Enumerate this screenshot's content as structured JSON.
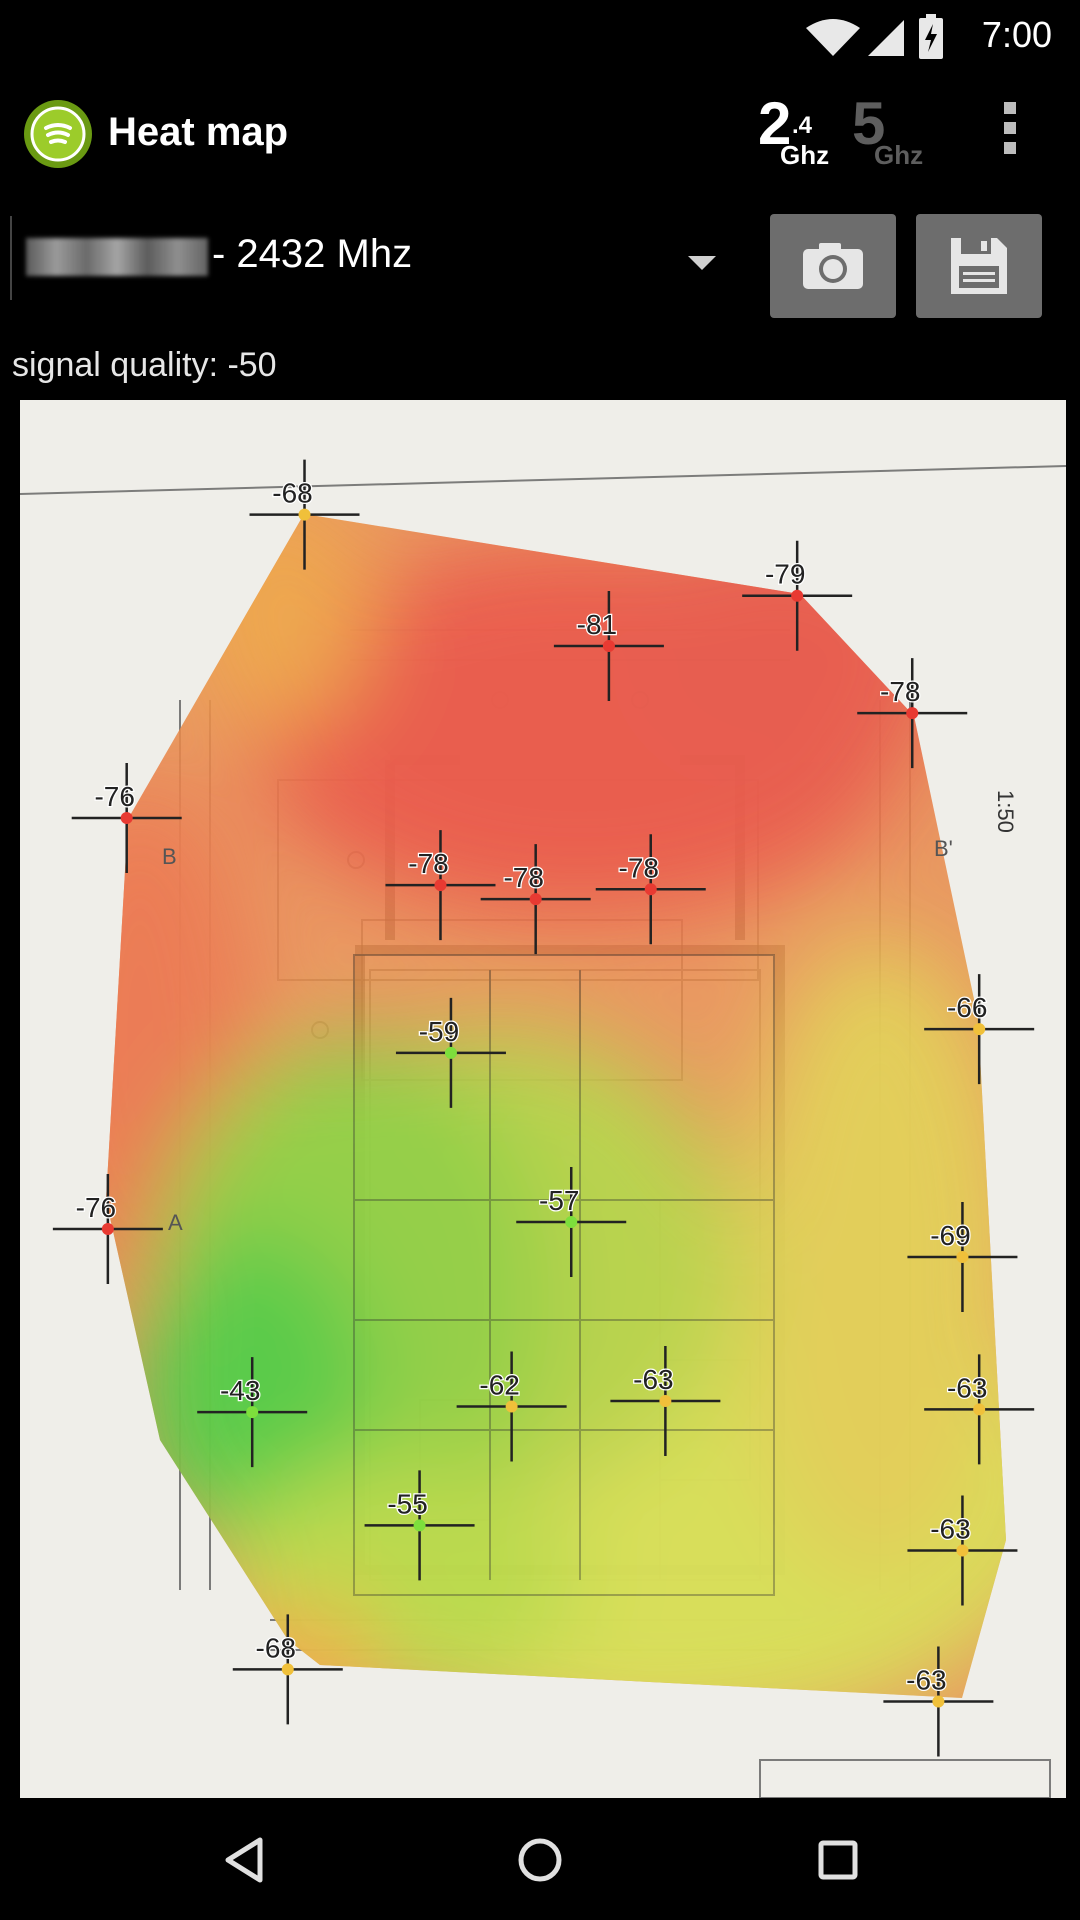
{
  "status_bar": {
    "time": "7:00",
    "icons": [
      "wifi-icon",
      "cell-signal-icon",
      "battery-charging-icon"
    ]
  },
  "app_bar": {
    "title": "Heat map",
    "band_24": {
      "big": "2",
      "sup": ".4",
      "unit": "Ghz"
    },
    "band_5": {
      "big": "5",
      "unit": "Ghz"
    },
    "menu_icon": "more-vert-icon"
  },
  "controls": {
    "network_label": "- 2432 Mhz",
    "camera_icon": "camera-icon",
    "save_icon": "save-icon"
  },
  "signal_quality": "signal quality: -50",
  "heatmap": {
    "scale_label": "1:50",
    "dimension_label_left": "B",
    "dimension_label_right": "B'",
    "section_label": "A",
    "points": [
      {
        "label": "-68",
        "x": 0.272,
        "y": 0.082
      },
      {
        "label": "-79",
        "x": 0.743,
        "y": 0.14
      },
      {
        "label": "-81",
        "x": 0.563,
        "y": 0.176
      },
      {
        "label": "-78",
        "x": 0.853,
        "y": 0.224
      },
      {
        "label": "-76",
        "x": 0.102,
        "y": 0.299
      },
      {
        "label": "-78",
        "x": 0.402,
        "y": 0.347
      },
      {
        "label": "-78",
        "x": 0.493,
        "y": 0.357
      },
      {
        "label": "-78",
        "x": 0.603,
        "y": 0.35
      },
      {
        "label": "-66",
        "x": 0.917,
        "y": 0.45
      },
      {
        "label": "-59",
        "x": 0.412,
        "y": 0.467
      },
      {
        "label": "-76",
        "x": 0.084,
        "y": 0.593
      },
      {
        "label": "-57",
        "x": 0.527,
        "y": 0.588
      },
      {
        "label": "-69",
        "x": 0.901,
        "y": 0.613
      },
      {
        "label": "-43",
        "x": 0.222,
        "y": 0.724
      },
      {
        "label": "-62",
        "x": 0.47,
        "y": 0.72
      },
      {
        "label": "-63",
        "x": 0.617,
        "y": 0.716
      },
      {
        "label": "-63",
        "x": 0.917,
        "y": 0.722
      },
      {
        "label": "-55",
        "x": 0.382,
        "y": 0.805
      },
      {
        "label": "-63",
        "x": 0.901,
        "y": 0.823
      },
      {
        "label": "-68",
        "x": 0.256,
        "y": 0.908
      },
      {
        "label": "-63",
        "x": 0.878,
        "y": 0.931
      }
    ]
  },
  "nav_bar": {
    "back_icon": "back-triangle-icon",
    "home_icon": "home-circle-icon",
    "recents_icon": "recents-square-icon"
  }
}
